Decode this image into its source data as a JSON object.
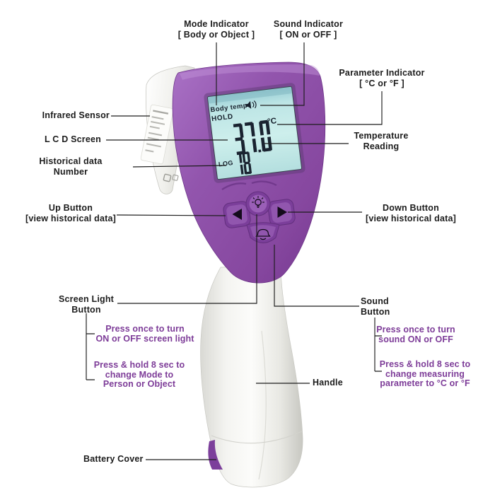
{
  "device": {
    "lcd": {
      "mode_label": "Body temp",
      "hold": "HOLD",
      "temperature": "37.0",
      "temp_digits": "37.0",
      "unit": "°C",
      "log_label": "LOG",
      "log_value": "18",
      "sound_icon": "speaker-icon"
    },
    "button_icons": {
      "up": "left-arrow-icon",
      "down": "right-arrow-icon",
      "screen_light": "bulb-icon",
      "sound": "bell-icon"
    }
  },
  "labels": {
    "mode_indicator": {
      "line1": "Mode Indicator",
      "line2": "[ Body or Object ]"
    },
    "sound_indicator": {
      "line1": "Sound Indicator",
      "line2": "[ ON or OFF ]"
    },
    "parameter_indicator": {
      "line1": "Parameter Indicator",
      "line2": "[ °C or °F ]"
    },
    "infrared_sensor": {
      "line1": "Infrared Sensor"
    },
    "lcd_screen": {
      "line1": "L C D Screen"
    },
    "historical_data": {
      "line1": "Historical data",
      "line2": "Number"
    },
    "temperature_reading": {
      "line1": "Temperature",
      "line2": "Reading"
    },
    "up_button": {
      "line1": "Up Button",
      "line2": "[view historical data]"
    },
    "down_button": {
      "line1": "Down Button",
      "line2": "[view historical data]"
    },
    "screen_light_button": {
      "line1": "Screen Light",
      "line2": "Button"
    },
    "sound_button": {
      "line1": "Sound",
      "line2": "Button"
    },
    "handle": {
      "line1": "Handle"
    },
    "battery_cover": {
      "line1": "Battery Cover"
    }
  },
  "instructions": {
    "screen_light_press": {
      "line1": "Press once to turn",
      "line2": "ON or OFF screen light"
    },
    "screen_light_hold": {
      "line1": "Press & hold 8 sec to",
      "line2": "change Mode to",
      "line3": "Person or Object"
    },
    "sound_press": {
      "line1": "Press once to turn",
      "line2": "sound ON or OFF"
    },
    "sound_hold": {
      "line1": "Press & hold 8 sec to",
      "line2": "change measuring",
      "line3": "parameter to °C or °F"
    }
  },
  "colors": {
    "device_purple": "#8f4fa7",
    "device_purple_dark": "#7b3e9a",
    "lcd_background": "#c6ebea",
    "lcd_text": "#1a2330",
    "instruction_text": "#7d3c98",
    "label_text": "#1c1c1c",
    "connector_line": "#1c1c1c"
  }
}
